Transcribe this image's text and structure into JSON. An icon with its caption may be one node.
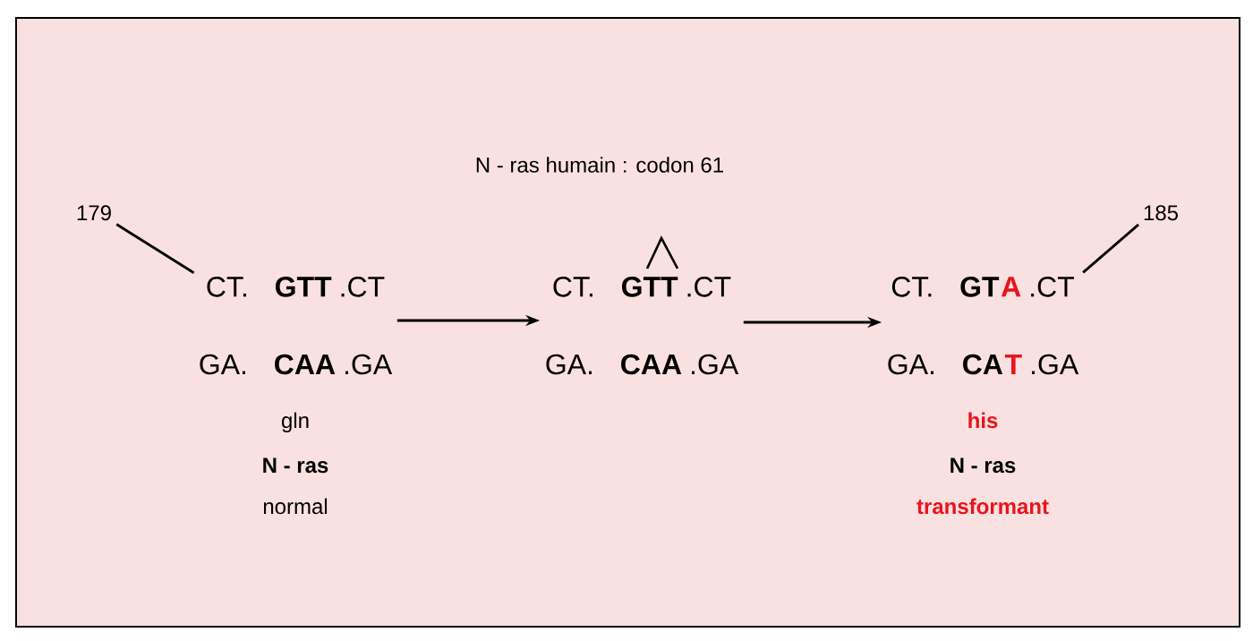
{
  "diagram": {
    "title": "N - ras humain : codon 61",
    "nodes": [
      {
        "text": [
          "CT.",
          "GTT",
          ".CT",
          "GA.",
          "CAA",
          ".GA",
          "gln",
          "N - ras",
          "normal"
        ]
      },
      {
        "text": [
          "CT.",
          "GTT",
          ".CT",
          "GA.",
          "CAA",
          ".GA"
        ]
      },
      {
        "text": [
          "CT.",
          "GT",
          "A",
          ".CT",
          "GA.",
          "CA",
          "T",
          ".GA",
          "his",
          "N - ras",
          "transformant"
        ]
      },
      {
        "text": [
          "179"
        ]
      },
      {
        "text": [
          "185"
        ]
      }
    ],
    "edges": [
      {
        "from": 0,
        "to": 1,
        "arrow": "to"
      },
      {
        "from": 1,
        "to": 2,
        "arrow": "to"
      },
      {
        "from": 3,
        "to": 0,
        "arrow": "none"
      },
      {
        "from": 4,
        "to": 2,
        "arrow": "none"
      }
    ]
  }
}
